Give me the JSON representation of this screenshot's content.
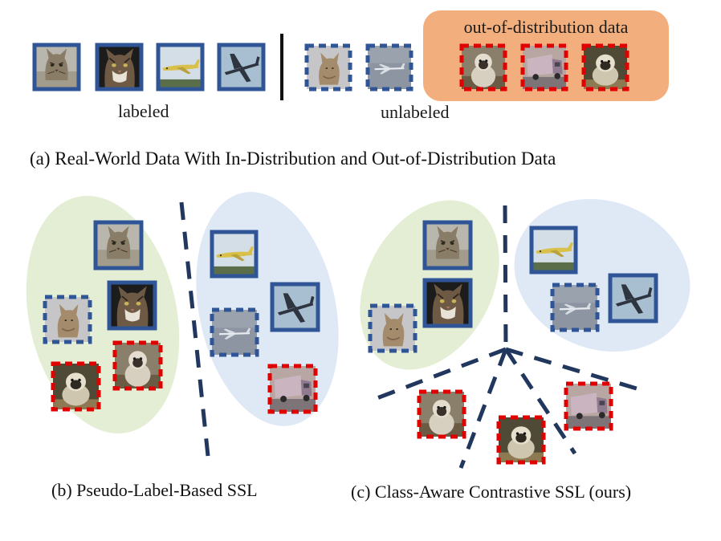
{
  "panel_a": {
    "ood_title": "out-of-distribution data",
    "labeled_label": "labeled",
    "unlabeled_label": "unlabeled",
    "caption": "(a) Real-World Data With In-Distribution and Out-of-Distribution Data"
  },
  "panel_b": {
    "caption": "(b) Pseudo-Label-Based SSL"
  },
  "panel_c": {
    "caption": "(c)  Class-Aware  Contrastive  SSL (ours)"
  },
  "colors": {
    "labeled_border": "#2f5597",
    "unlabeled_border": "#2f5597",
    "ood_border": "#e00000",
    "ood_box_fill": "#f2ae7c",
    "cat_cluster_fill": "#e3eed4",
    "plane_cluster_fill": "#dfe9f5",
    "divider_line": "#22375e"
  },
  "legend": {
    "solid_border": "labeled",
    "dashed_border": "unlabeled",
    "red_dashed_border": "out-of-distribution data"
  },
  "thumbnails": {
    "kinds": [
      "cat",
      "cat",
      "airplane",
      "airplane",
      "monkey",
      "truck"
    ],
    "icon_names": [
      "cat-icon",
      "airplane-icon",
      "monkey-icon",
      "truck-icon"
    ]
  }
}
